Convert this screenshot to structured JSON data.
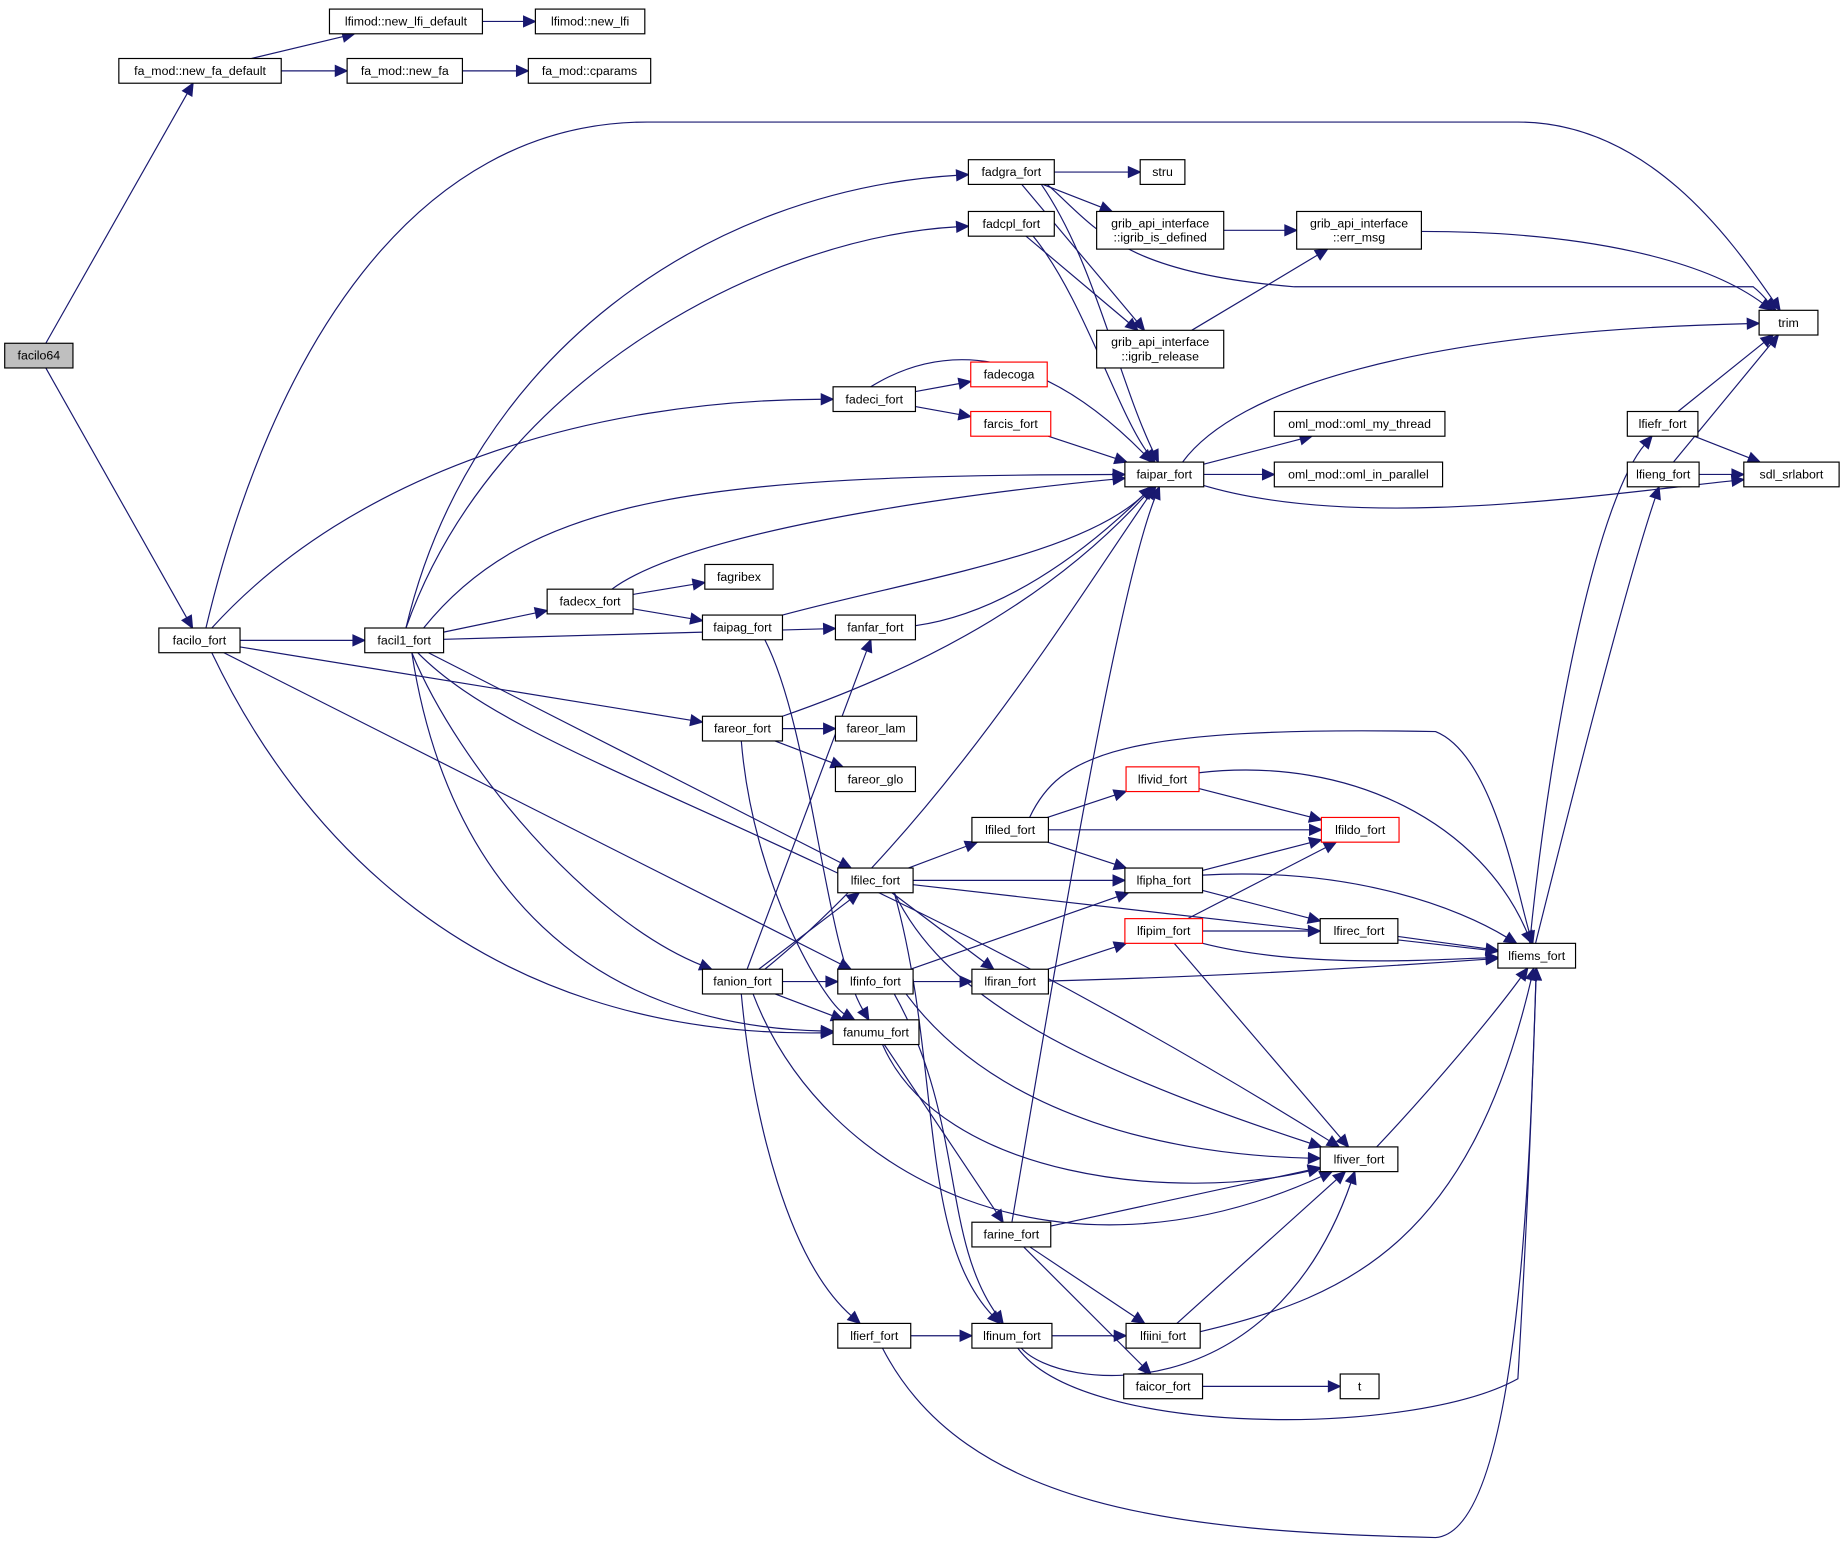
{
  "graph": {
    "title": "Call graph of facilo64",
    "colors": {
      "edge": "#191970",
      "root_fill": "#bfbfbf",
      "incomplete_border": "#ff0000"
    },
    "nodes": [
      {
        "id": "facilo64",
        "label": [
          "facilo64"
        ],
        "root": true
      },
      {
        "id": "fa_mod_new_fa_default",
        "label": [
          "fa_mod::new_fa_default"
        ]
      },
      {
        "id": "lfimod_new_lfi_default",
        "label": [
          "lfimod::new_lfi_default"
        ]
      },
      {
        "id": "lfimod_new_lfi",
        "label": [
          "lfimod::new_lfi"
        ]
      },
      {
        "id": "fa_mod_new_fa",
        "label": [
          "fa_mod::new_fa"
        ]
      },
      {
        "id": "fa_mod_cparams",
        "label": [
          "fa_mod::cparams"
        ]
      },
      {
        "id": "facilo_fort",
        "label": [
          "facilo_fort"
        ]
      },
      {
        "id": "facil1_fort",
        "label": [
          "facil1_fort"
        ]
      },
      {
        "id": "fadgra_fort",
        "label": [
          "fadgra_fort"
        ]
      },
      {
        "id": "stru",
        "label": [
          "stru"
        ]
      },
      {
        "id": "grib_is_defined",
        "label": [
          "grib_api_interface",
          "::igrib_is_defined"
        ]
      },
      {
        "id": "grib_err_msg",
        "label": [
          "grib_api_interface",
          "::err_msg"
        ]
      },
      {
        "id": "fadcpl_fort",
        "label": [
          "fadcpl_fort"
        ]
      },
      {
        "id": "grib_release",
        "label": [
          "grib_api_interface",
          "::igrib_release"
        ]
      },
      {
        "id": "trim",
        "label": [
          "trim"
        ]
      },
      {
        "id": "fadeci_fort",
        "label": [
          "fadeci_fort"
        ]
      },
      {
        "id": "fadecoga",
        "label": [
          "fadecoga"
        ],
        "incomplete": true
      },
      {
        "id": "farcis_fort",
        "label": [
          "farcis_fort"
        ],
        "incomplete": true
      },
      {
        "id": "faipar_fort",
        "label": [
          "faipar_fort"
        ]
      },
      {
        "id": "oml_my_thread",
        "label": [
          "oml_mod::oml_my_thread"
        ]
      },
      {
        "id": "oml_in_parallel",
        "label": [
          "oml_mod::oml_in_parallel"
        ]
      },
      {
        "id": "lfiefr_fort",
        "label": [
          "lfiefr_fort"
        ]
      },
      {
        "id": "lfieng_fort",
        "label": [
          "lfieng_fort"
        ]
      },
      {
        "id": "sdl_srlabort",
        "label": [
          "sdl_srlabort"
        ]
      },
      {
        "id": "fagribex",
        "label": [
          "fagribex"
        ]
      },
      {
        "id": "fadecx_fort",
        "label": [
          "fadecx_fort"
        ]
      },
      {
        "id": "faipag_fort",
        "label": [
          "faipag_fort"
        ]
      },
      {
        "id": "fanfar_fort",
        "label": [
          "fanfar_fort"
        ]
      },
      {
        "id": "fareor_fort",
        "label": [
          "fareor_fort"
        ]
      },
      {
        "id": "fareor_lam",
        "label": [
          "fareor_lam"
        ]
      },
      {
        "id": "fareor_glo",
        "label": [
          "fareor_glo"
        ]
      },
      {
        "id": "lfivid_fort",
        "label": [
          "lfivid_fort"
        ],
        "incomplete": true
      },
      {
        "id": "lfiled_fort",
        "label": [
          "lfiled_fort"
        ]
      },
      {
        "id": "lfildo_fort",
        "label": [
          "lfildo_fort"
        ],
        "incomplete": true
      },
      {
        "id": "lfilec_fort",
        "label": [
          "lfilec_fort"
        ]
      },
      {
        "id": "lfipha_fort",
        "label": [
          "lfipha_fort"
        ]
      },
      {
        "id": "lfipim_fort",
        "label": [
          "lfipim_fort"
        ],
        "incomplete": true
      },
      {
        "id": "lfirec_fort",
        "label": [
          "lfirec_fort"
        ]
      },
      {
        "id": "lfiems_fort",
        "label": [
          "lfiems_fort"
        ]
      },
      {
        "id": "fanion_fort",
        "label": [
          "fanion_fort"
        ]
      },
      {
        "id": "lfinfo_fort",
        "label": [
          "lfinfo_fort"
        ]
      },
      {
        "id": "lfiran_fort",
        "label": [
          "lfiran_fort"
        ]
      },
      {
        "id": "fanumu_fort",
        "label": [
          "fanumu_fort"
        ]
      },
      {
        "id": "lfiver_fort",
        "label": [
          "lfiver_fort"
        ]
      },
      {
        "id": "farine_fort",
        "label": [
          "farine_fort"
        ]
      },
      {
        "id": "lfierf_fort",
        "label": [
          "lfierf_fort"
        ]
      },
      {
        "id": "lfinum_fort",
        "label": [
          "lfinum_fort"
        ]
      },
      {
        "id": "lfiini_fort",
        "label": [
          "lfiini_fort"
        ]
      },
      {
        "id": "faicor_fort",
        "label": [
          "faicor_fort"
        ]
      },
      {
        "id": "t",
        "label": [
          "t"
        ]
      }
    ],
    "edges": [
      [
        "facilo64",
        "fa_mod_new_fa_default"
      ],
      [
        "facilo64",
        "facilo_fort"
      ],
      [
        "fa_mod_new_fa_default",
        "lfimod_new_lfi_default"
      ],
      [
        "fa_mod_new_fa_default",
        "fa_mod_new_fa"
      ],
      [
        "lfimod_new_lfi_default",
        "lfimod_new_lfi"
      ],
      [
        "fa_mod_new_fa",
        "fa_mod_cparams"
      ],
      [
        "facilo_fort",
        "trim"
      ],
      [
        "facilo_fort",
        "facil1_fort"
      ],
      [
        "facilo_fort",
        "fadeci_fort"
      ],
      [
        "facilo_fort",
        "fareor_fort"
      ],
      [
        "facilo_fort",
        "fanumu_fort"
      ],
      [
        "facilo_fort",
        "lfinfo_fort"
      ],
      [
        "facil1_fort",
        "fadgra_fort"
      ],
      [
        "facil1_fort",
        "fadcpl_fort"
      ],
      [
        "facil1_fort",
        "faipar_fort"
      ],
      [
        "facil1_fort",
        "fadecx_fort"
      ],
      [
        "facil1_fort",
        "fanfar_fort"
      ],
      [
        "facil1_fort",
        "lfilec_fort"
      ],
      [
        "facil1_fort",
        "fanion_fort"
      ],
      [
        "facil1_fort",
        "fanumu_fort"
      ],
      [
        "facil1_fort",
        "lfiver_fort"
      ],
      [
        "fadgra_fort",
        "stru"
      ],
      [
        "fadgra_fort",
        "grib_is_defined"
      ],
      [
        "fadgra_fort",
        "grib_release"
      ],
      [
        "fadgra_fort",
        "trim"
      ],
      [
        "fadgra_fort",
        "faipar_fort"
      ],
      [
        "fadcpl_fort",
        "grib_release"
      ],
      [
        "fadcpl_fort",
        "faipar_fort"
      ],
      [
        "grib_is_defined",
        "grib_err_msg"
      ],
      [
        "grib_release",
        "grib_err_msg"
      ],
      [
        "grib_err_msg",
        "trim"
      ],
      [
        "fadeci_fort",
        "fadecoga"
      ],
      [
        "fadeci_fort",
        "farcis_fort"
      ],
      [
        "fadeci_fort",
        "faipar_fort"
      ],
      [
        "farcis_fort",
        "faipar_fort"
      ],
      [
        "faipar_fort",
        "oml_my_thread"
      ],
      [
        "faipar_fort",
        "oml_in_parallel"
      ],
      [
        "faipar_fort",
        "trim"
      ],
      [
        "faipar_fort",
        "sdl_srlabort"
      ],
      [
        "lfiefr_fort",
        "trim"
      ],
      [
        "lfiefr_fort",
        "sdl_srlabort"
      ],
      [
        "lfieng_fort",
        "trim"
      ],
      [
        "lfieng_fort",
        "sdl_srlabort"
      ],
      [
        "fadecx_fort",
        "fagribex"
      ],
      [
        "fadecx_fort",
        "faipag_fort"
      ],
      [
        "fadecx_fort",
        "faipar_fort"
      ],
      [
        "faipag_fort",
        "faipar_fort"
      ],
      [
        "faipag_fort",
        "fanumu_fort"
      ],
      [
        "fanfar_fort",
        "faipar_fort"
      ],
      [
        "fareor_fort",
        "fareor_lam"
      ],
      [
        "fareor_fort",
        "fareor_glo"
      ],
      [
        "fareor_fort",
        "faipar_fort"
      ],
      [
        "fareor_fort",
        "fanumu_fort"
      ],
      [
        "lfilec_fort",
        "lfiled_fort"
      ],
      [
        "lfilec_fort",
        "lfipha_fort"
      ],
      [
        "lfilec_fort",
        "lfiran_fort"
      ],
      [
        "lfilec_fort",
        "lfiver_fort"
      ],
      [
        "lfilec_fort",
        "lfiems_fort"
      ],
      [
        "lfilec_fort",
        "lfinum_fort"
      ],
      [
        "lfiled_fort",
        "lfivid_fort"
      ],
      [
        "lfiled_fort",
        "lfildo_fort"
      ],
      [
        "lfiled_fort",
        "lfipha_fort"
      ],
      [
        "lfiled_fort",
        "lfiems_fort"
      ],
      [
        "lfivid_fort",
        "lfildo_fort"
      ],
      [
        "lfivid_fort",
        "lfiems_fort"
      ],
      [
        "lfipha_fort",
        "lfildo_fort"
      ],
      [
        "lfipha_fort",
        "lfirec_fort"
      ],
      [
        "lfipha_fort",
        "lfiems_fort"
      ],
      [
        "lfipim_fort",
        "lfildo_fort"
      ],
      [
        "lfipim_fort",
        "lfirec_fort"
      ],
      [
        "lfipim_fort",
        "lfiems_fort"
      ],
      [
        "lfipim_fort",
        "lfiver_fort"
      ],
      [
        "lfirec_fort",
        "lfiems_fort"
      ],
      [
        "lfiems_fort",
        "lfiefr_fort"
      ],
      [
        "lfiems_fort",
        "lfieng_fort"
      ],
      [
        "fanion_fort",
        "lfinfo_fort"
      ],
      [
        "fanion_fort",
        "fanumu_fort"
      ],
      [
        "fanion_fort",
        "lfilec_fort"
      ],
      [
        "fanion_fort",
        "fanfar_fort"
      ],
      [
        "fanion_fort",
        "faipar_fort"
      ],
      [
        "fanion_fort",
        "lfierf_fort"
      ],
      [
        "fanion_fort",
        "lfiver_fort"
      ],
      [
        "lfinfo_fort",
        "lfiran_fort"
      ],
      [
        "lfinfo_fort",
        "lfipha_fort"
      ],
      [
        "lfinfo_fort",
        "lfiver_fort"
      ],
      [
        "lfinfo_fort",
        "lfinum_fort"
      ],
      [
        "lfiran_fort",
        "lfipim_fort"
      ],
      [
        "lfiran_fort",
        "lfiems_fort"
      ],
      [
        "fanumu_fort",
        "lfiver_fort"
      ],
      [
        "fanumu_fort",
        "farine_fort"
      ],
      [
        "lfiver_fort",
        "lfiems_fort"
      ],
      [
        "farine_fort",
        "faipar_fort"
      ],
      [
        "farine_fort",
        "lfiver_fort"
      ],
      [
        "farine_fort",
        "lfiini_fort"
      ],
      [
        "farine_fort",
        "faicor_fort"
      ],
      [
        "lfierf_fort",
        "lfinum_fort"
      ],
      [
        "lfierf_fort",
        "lfiems_fort"
      ],
      [
        "lfinum_fort",
        "lfiini_fort"
      ],
      [
        "lfinum_fort",
        "lfiver_fort"
      ],
      [
        "lfinum_fort",
        "lfiems_fort"
      ],
      [
        "lfiini_fort",
        "lfiver_fort"
      ],
      [
        "lfiini_fort",
        "lfiems_fort"
      ],
      [
        "faicor_fort",
        "t"
      ]
    ]
  }
}
